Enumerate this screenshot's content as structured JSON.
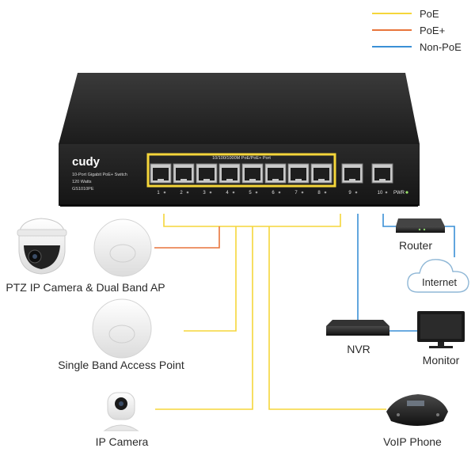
{
  "legend": {
    "items": [
      {
        "label": "PoE",
        "color": "#F5D63A"
      },
      {
        "label": "PoE+",
        "color": "#E8743B"
      },
      {
        "label": "Non-PoE",
        "color": "#3A8FD6"
      }
    ]
  },
  "switch": {
    "brand": "cudy",
    "description": "10-Port Gigabit PoE+ Switch",
    "power": "120 Watts",
    "model": "GS1010PE",
    "port_group_label": "10/100/1000M PoE/PoE+ Port",
    "port_numbers": [
      "1",
      "2",
      "3",
      "4",
      "5",
      "6",
      "7",
      "8",
      "9",
      "10"
    ],
    "pwr_label": "PWR",
    "port_group_color": "#F5D63A"
  },
  "devices": {
    "ptz_ap": "PTZ IP Camera & Dual Band AP",
    "single_ap": "Single Band Access Point",
    "ip_camera": "IP Camera",
    "voip": "VoIP Phone",
    "nvr": "NVR",
    "monitor": "Monitor",
    "router": "Router",
    "internet": "Internet"
  }
}
